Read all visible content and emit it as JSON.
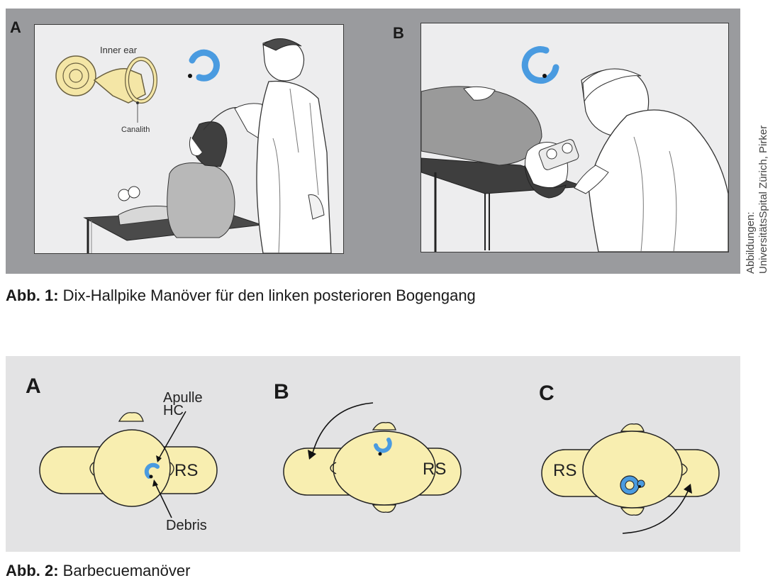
{
  "figure1": {
    "panel_a_letter": "A",
    "panel_b_letter": "B",
    "inner_ear_label": "Inner ear",
    "canalith_label": "Canalith",
    "caption_prefix": "Abb. 1:",
    "caption_text": " Dix-Hallpike Manöver für den linken posterioren Bogengang"
  },
  "credit": {
    "line1": "Abbildungen:",
    "line2": "UniversitätsSpital Zürich, Pirker"
  },
  "figure2": {
    "panel_a_letter": "A",
    "panel_b_letter": "B",
    "panel_c_letter": "C",
    "apulle_label": "Apulle",
    "hc_label": "HC",
    "debris_label": "Debris",
    "rs_label_a": "RS",
    "rs_label_b": "RS",
    "rs_label_c": "RS",
    "caption_prefix": "Abb. 2:",
    "caption_text": " Barbecuemanöver"
  },
  "colors": {
    "canal_blue": "#4a9be0",
    "skin_yellow": "#f8eeb0",
    "ear_yellow": "#f4e6a6"
  }
}
